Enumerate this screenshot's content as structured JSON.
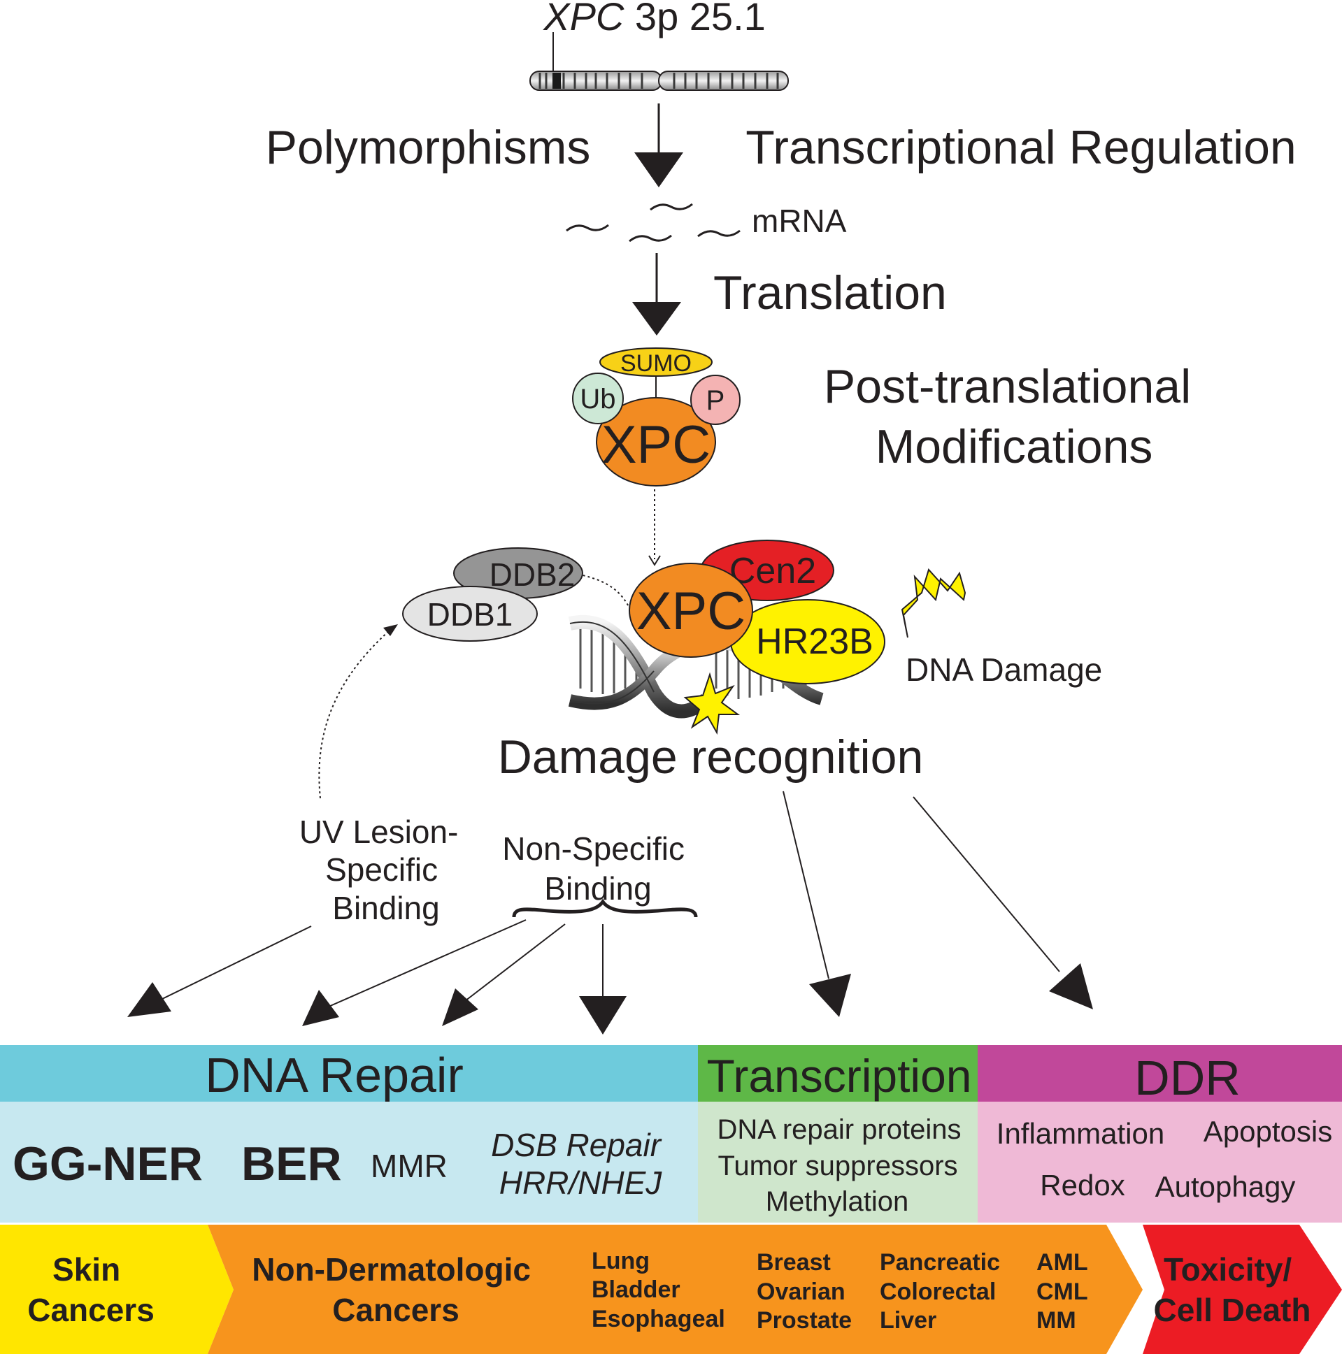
{
  "gene": {
    "name": "XPC",
    "locus": " 3p 25.1"
  },
  "stages": {
    "polymorphisms": "Polymorphisms",
    "transcriptional_regulation": "Transcriptional Regulation",
    "mrna": "mRNA",
    "translation": "Translation",
    "ptm_line1": "Post-translational",
    "ptm_line2": "Modifications",
    "damage_recognition": "Damage recognition"
  },
  "modified_protein": {
    "sumo": "SUMO",
    "ub": "Ub",
    "p": "P",
    "xpc": "XPC"
  },
  "complex": {
    "ddb2": "DDB2",
    "ddb1": "DDB1",
    "xpc": "XPC",
    "cen2": "Cen2",
    "hr23b": "HR23B",
    "dna_damage": "DNA Damage"
  },
  "binding": {
    "uv_line1": "UV Lesion-",
    "uv_line2": "Specific",
    "uv_line3": "Binding",
    "ns_line1": "Non-Specific",
    "ns_line2": "Binding"
  },
  "categories": {
    "dna_repair": {
      "header": "DNA Repair",
      "gg_ner": "GG-NER",
      "ber": "BER",
      "mmr": "MMR",
      "dsb_line1": "DSB Repair",
      "dsb_line2": "HRR/NHEJ"
    },
    "transcription": {
      "header": "Transcription",
      "items": [
        "DNA repair proteins",
        "Tumor suppressors",
        "Methylation"
      ]
    },
    "ddr": {
      "header": "DDR",
      "inflammation": "Inflammation",
      "apoptosis": "Apoptosis",
      "redox": "Redox",
      "autophagy": "Autophagy"
    }
  },
  "outcomes": {
    "skin_line1": "Skin",
    "skin_line2": "Cancers",
    "nondermo_line1": "Non-Dermatologic",
    "nondermo_line2": "Cancers",
    "col1": [
      "Lung",
      "Bladder",
      "Esophageal"
    ],
    "col2": [
      "Breast",
      "Ovarian",
      "Prostate"
    ],
    "col3": [
      "Pancreatic",
      "Colorectal",
      "Liver"
    ],
    "col4": [
      "AML",
      "CML",
      "MM"
    ],
    "toxicity_line1": "Toxicity/",
    "toxicity_line2": "Cell Death"
  },
  "colors": {
    "orange": "#f28b22",
    "sumo_yellow": "#f7d117",
    "ub_green": "#cde8d6",
    "p_pink": "#f4b3b3",
    "ddb2_gray": "#959595",
    "ddb1_gray": "#e4e4e4",
    "cen2_red": "#e42025",
    "hr23b_yellow": "#fff200",
    "repair_header": "#6ecbdc",
    "repair_body": "#c7e8f0",
    "transcription_header": "#5eb847",
    "transcription_body": "#cfe6cc",
    "ddr_header": "#c1489a",
    "ddr_body": "#efb9d6",
    "skin_yellow": "#ffe600",
    "nondermo_orange": "#f7941d",
    "toxicity_red": "#ec1c24"
  }
}
